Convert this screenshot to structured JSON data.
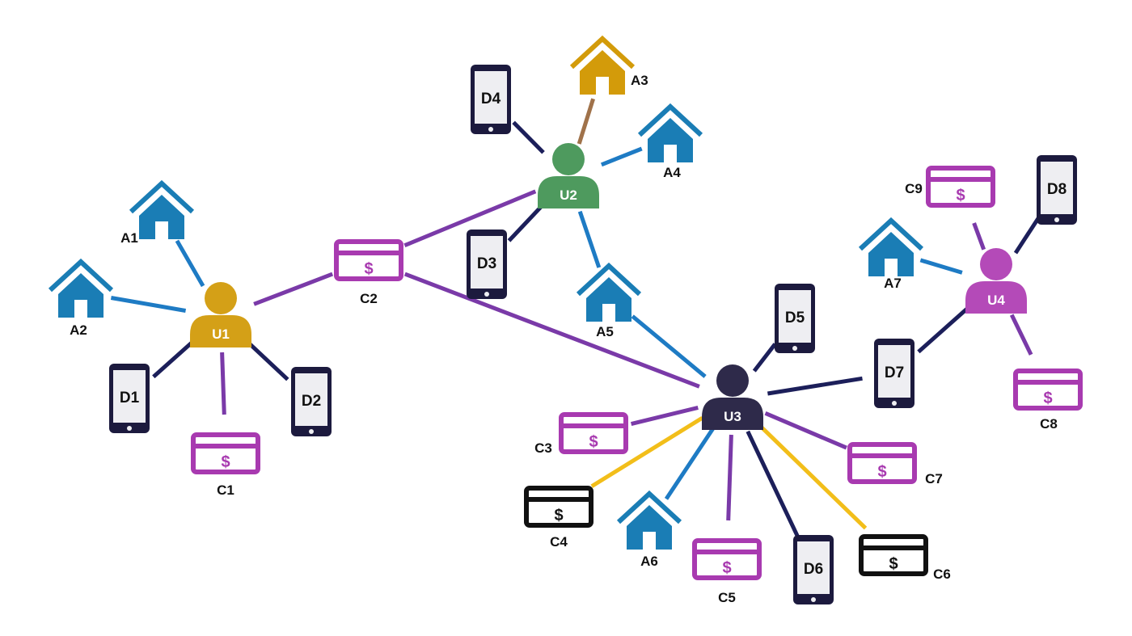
{
  "colors": {
    "user_u1": "#D4A017",
    "user_u2": "#4E9A5E",
    "user_u3": "#2E2A4A",
    "user_u4": "#B44AB8",
    "address": "#1A7DB5",
    "address_alt": "#D39B0A",
    "device": "#1C1A3E",
    "card": "#A83AB0",
    "card_black": "#111111",
    "edge_user_card": "#7A3AA8",
    "edge_address": "#1E7BC4",
    "edge_device": "#1C1F5A",
    "edge_black_card": "#F2BE1A",
    "edge_brown": "#A0724A"
  },
  "users": [
    {
      "id": "U1",
      "label": "U1",
      "color": "#D4A017"
    },
    {
      "id": "U2",
      "label": "U2",
      "color": "#4E9A5E"
    },
    {
      "id": "U3",
      "label": "U3",
      "color": "#2E2A4A"
    },
    {
      "id": "U4",
      "label": "U4",
      "color": "#B44AB8"
    }
  ],
  "addresses": [
    {
      "id": "A1",
      "label": "A1",
      "color": "#1A7DB5"
    },
    {
      "id": "A2",
      "label": "A2",
      "color": "#1A7DB5"
    },
    {
      "id": "A3",
      "label": "A3",
      "color": "#D39B0A"
    },
    {
      "id": "A4",
      "label": "A4",
      "color": "#1A7DB5"
    },
    {
      "id": "A5",
      "label": "A5",
      "color": "#1A7DB5"
    },
    {
      "id": "A6",
      "label": "A6",
      "color": "#1A7DB5"
    },
    {
      "id": "A7",
      "label": "A7",
      "color": "#1A7DB5"
    }
  ],
  "devices": [
    {
      "id": "D1",
      "label": "D1"
    },
    {
      "id": "D2",
      "label": "D2"
    },
    {
      "id": "D3",
      "label": "D3"
    },
    {
      "id": "D4",
      "label": "D4"
    },
    {
      "id": "D5",
      "label": "D5"
    },
    {
      "id": "D6",
      "label": "D6"
    },
    {
      "id": "D7",
      "label": "D7"
    },
    {
      "id": "D8",
      "label": "D8"
    }
  ],
  "cards": [
    {
      "id": "C1",
      "label": "C1",
      "symbol": "$",
      "color": "#A83AB0"
    },
    {
      "id": "C2",
      "label": "C2",
      "symbol": "$",
      "color": "#A83AB0"
    },
    {
      "id": "C3",
      "label": "C3",
      "symbol": "$",
      "color": "#A83AB0"
    },
    {
      "id": "C4",
      "label": "C4",
      "symbol": "$",
      "color": "#111111"
    },
    {
      "id": "C5",
      "label": "C5",
      "symbol": "$",
      "color": "#A83AB0"
    },
    {
      "id": "C6",
      "label": "C6",
      "symbol": "$",
      "color": "#111111"
    },
    {
      "id": "C7",
      "label": "C7",
      "symbol": "$",
      "color": "#A83AB0"
    },
    {
      "id": "C8",
      "label": "C8",
      "symbol": "$",
      "color": "#A83AB0"
    },
    {
      "id": "C9",
      "label": "C9",
      "symbol": "$",
      "color": "#A83AB0"
    }
  ],
  "edges": [
    {
      "from": "U1",
      "to": "A1",
      "color": "#1E7BC4"
    },
    {
      "from": "U1",
      "to": "A2",
      "color": "#1E7BC4"
    },
    {
      "from": "U1",
      "to": "D1",
      "color": "#1C1F5A"
    },
    {
      "from": "U1",
      "to": "D2",
      "color": "#1C1F5A"
    },
    {
      "from": "U1",
      "to": "C1",
      "color": "#7A3AA8"
    },
    {
      "from": "U1",
      "to": "C2",
      "color": "#7A3AA8"
    },
    {
      "from": "U2",
      "to": "C2",
      "color": "#7A3AA8"
    },
    {
      "from": "U2",
      "to": "D4",
      "color": "#1C1F5A"
    },
    {
      "from": "U2",
      "to": "A3",
      "color": "#A0724A"
    },
    {
      "from": "U2",
      "to": "A4",
      "color": "#1E7BC4"
    },
    {
      "from": "U2",
      "to": "D3",
      "color": "#1C1F5A"
    },
    {
      "from": "U2",
      "to": "A5",
      "color": "#1E7BC4"
    },
    {
      "from": "U3",
      "to": "C2",
      "color": "#7A3AA8"
    },
    {
      "from": "U3",
      "to": "A5",
      "color": "#1E7BC4"
    },
    {
      "from": "U3",
      "to": "D5",
      "color": "#1C1F5A"
    },
    {
      "from": "U3",
      "to": "D7",
      "color": "#1C1F5A"
    },
    {
      "from": "U3",
      "to": "C7",
      "color": "#7A3AA8"
    },
    {
      "from": "U3",
      "to": "C6",
      "color": "#F2BE1A"
    },
    {
      "from": "U3",
      "to": "D6",
      "color": "#1C1F5A"
    },
    {
      "from": "U3",
      "to": "C5",
      "color": "#7A3AA8"
    },
    {
      "from": "U3",
      "to": "A6",
      "color": "#1E7BC4"
    },
    {
      "from": "U3",
      "to": "C4",
      "color": "#F2BE1A"
    },
    {
      "from": "U3",
      "to": "C3",
      "color": "#7A3AA8"
    },
    {
      "from": "U4",
      "to": "D7",
      "color": "#1C1F5A"
    },
    {
      "from": "U4",
      "to": "A7",
      "color": "#1E7BC4"
    },
    {
      "from": "U4",
      "to": "C9",
      "color": "#7A3AA8"
    },
    {
      "from": "U4",
      "to": "D8",
      "color": "#1C1F5A"
    },
    {
      "from": "U4",
      "to": "C8",
      "color": "#7A3AA8"
    }
  ]
}
